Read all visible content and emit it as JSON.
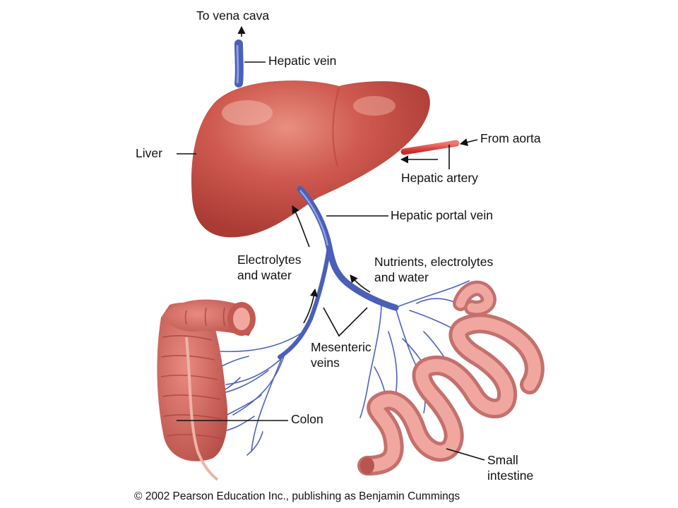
{
  "labels": {
    "to_vena_cava": "To vena cava",
    "hepatic_vein": "Hepatic vein",
    "liver": "Liver",
    "from_aorta": "From aorta",
    "hepatic_artery": "Hepatic artery",
    "hepatic_portal_vein": "Hepatic portal vein",
    "electrolytes_water_line1": "Electrolytes",
    "electrolytes_water_line2": "and water",
    "nutrients_line1": "Nutrients, electrolytes",
    "nutrients_line2": "and water",
    "mesenteric_line1": "Mesenteric",
    "mesenteric_line2": "veins",
    "colon": "Colon",
    "small_intestine_line1": "Small",
    "small_intestine_line2": "intestine"
  },
  "copyright": "© 2002 Pearson Education Inc., publishing as Benjamin Cummings",
  "colors": {
    "liver": "#c9524a",
    "liver_highlight": "#e79a8c",
    "vein": "#4a5fb8",
    "artery": "#d83a36",
    "colon": "#d46a62",
    "small_intestine": "#e58a82"
  }
}
